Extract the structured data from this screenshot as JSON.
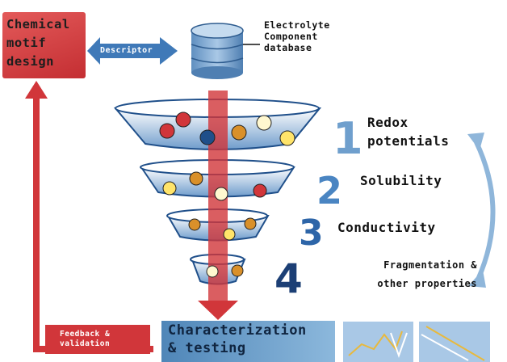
{
  "motif": {
    "lines": [
      "Chemical",
      "motif",
      "design"
    ]
  },
  "descriptor_label": "Descriptor",
  "database": {
    "lines": [
      "Electrolyte",
      "Component",
      "database"
    ]
  },
  "steps": [
    {
      "number": "1",
      "lines": [
        "Redox",
        "potentials"
      ]
    },
    {
      "number": "2",
      "lines": [
        "Solubility"
      ]
    },
    {
      "number": "3",
      "lines": [
        "Conductivity"
      ]
    },
    {
      "number": "4",
      "lines": [
        "Fragmentation &",
        "other properties"
      ]
    }
  ],
  "feedback": {
    "lines": [
      "Feedback &",
      "validation"
    ]
  },
  "characterization": {
    "lines": [
      "Characterization",
      "& testing"
    ]
  },
  "colors": {
    "red": "#d1363a",
    "blue": "#3f79b8",
    "dark_blue": "#1f4f8a",
    "yellow": "#ffe46a",
    "orange": "#d9902a"
  }
}
